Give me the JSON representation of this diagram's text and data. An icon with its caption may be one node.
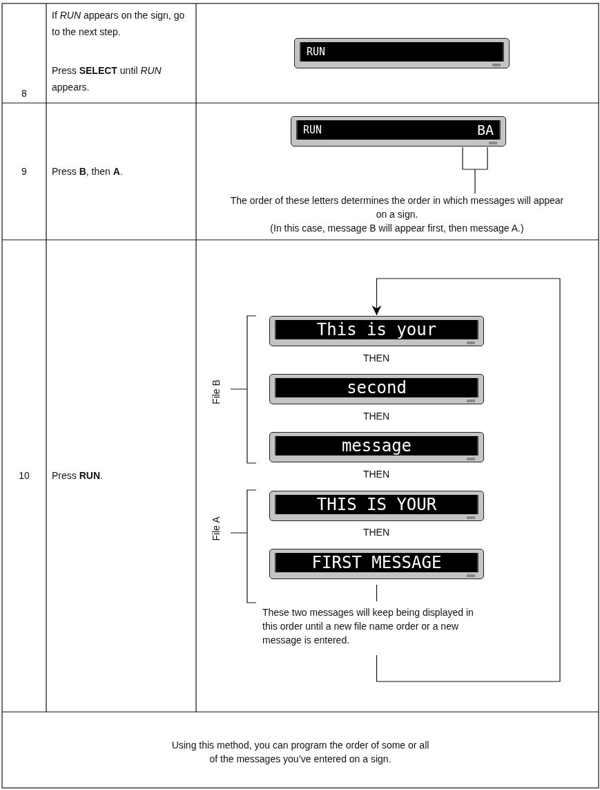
{
  "diagram": {
    "nodes": [
      {
        "text": [
          "RUN"
        ]
      },
      {
        "text": [
          "RUN",
          "BA"
        ]
      },
      {
        "text": [
          "The order of these letters determines the order in which messages will appear on a sign.",
          "(In this case, message B will appear first, then message A.)"
        ]
      },
      {
        "text": [
          "This is your"
        ]
      },
      {
        "text": [
          "second"
        ]
      },
      {
        "text": [
          "message"
        ]
      },
      {
        "text": [
          "THIS IS YOUR"
        ]
      },
      {
        "text": [
          "FIRST MESSAGE"
        ]
      },
      {
        "text": [
          "These two messages will keep being displayed in this order until a new file name order or a new message is entered."
        ]
      }
    ],
    "edges": [
      {
        "from": 2,
        "to": 1,
        "arrow": "none"
      },
      {
        "from": 7,
        "to": 8,
        "arrow": "none"
      },
      {
        "from": 8,
        "to": 3,
        "arrow": "to"
      }
    ],
    "labels": [
      "8",
      "If *RUN* appears on the sign, go to the next step.",
      "Press **SELECT** until *RUN* appears.",
      "9",
      "Press **B**, then **A**.",
      "10",
      "Press **RUN**.",
      "THEN",
      "File B",
      "THEN",
      "THEN",
      "File A",
      "THEN",
      "Using this method, you can program the order of some or all of the messages you’ve entered on a sign."
    ]
  }
}
